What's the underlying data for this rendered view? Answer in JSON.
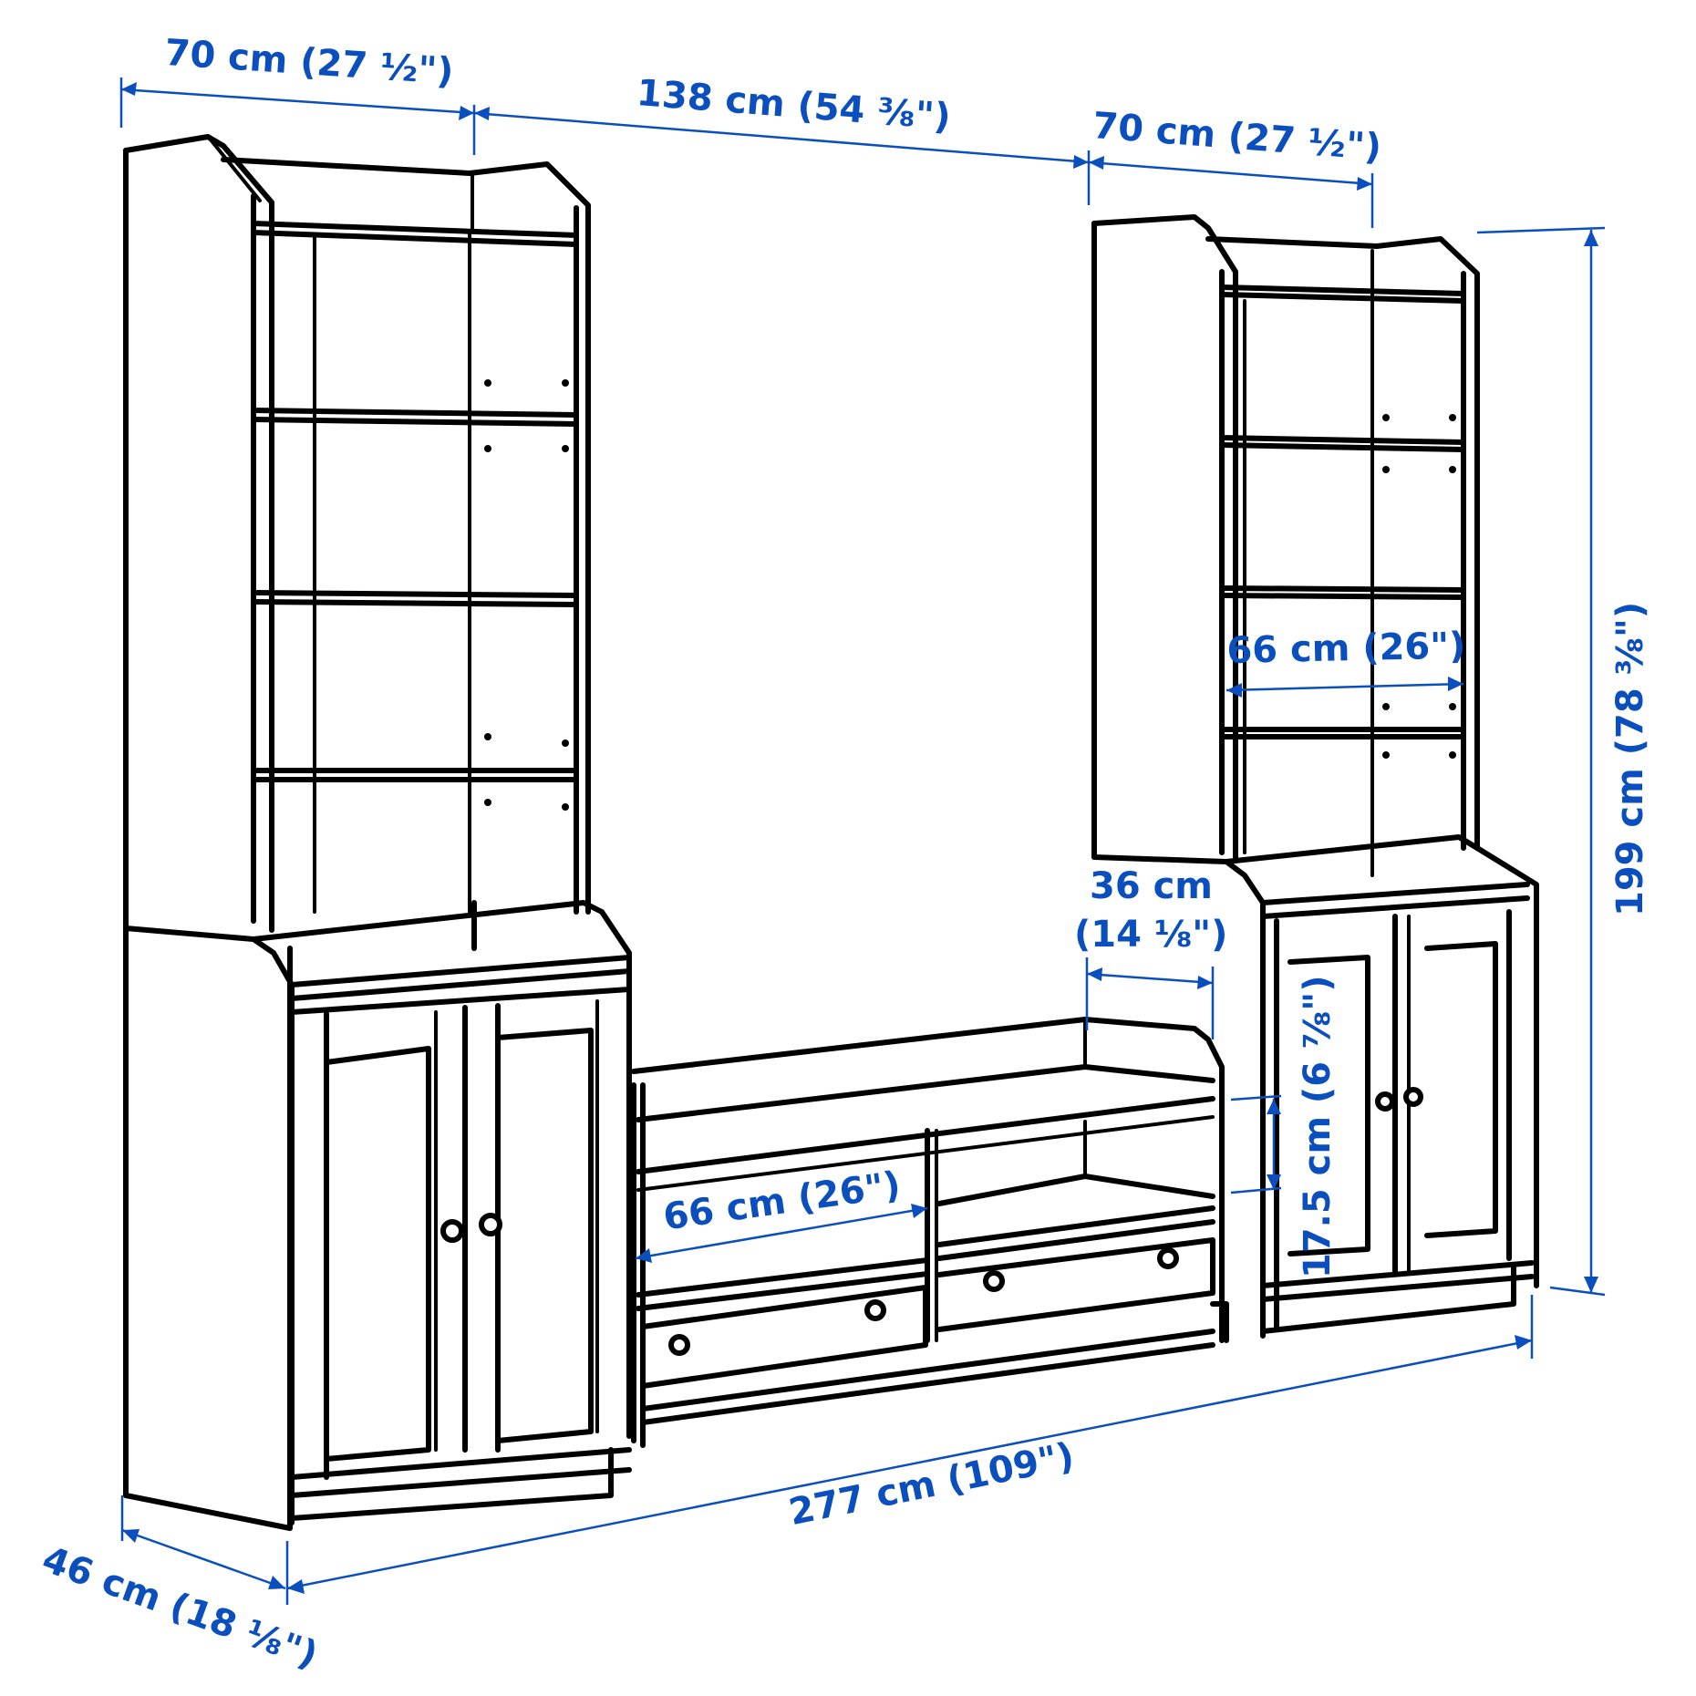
{
  "diagram": {
    "type": "furniture dimension drawing",
    "accent_color": "#0a4fbd",
    "line_color": "#000000"
  },
  "dimensions": {
    "left_unit_width": "70 cm (27 ½\")",
    "center_span": "138 cm (54 ⅜\")",
    "right_unit_width": "70 cm (27 ½\")",
    "shelf_inner_width": "66 cm (26\")",
    "total_height": "199 cm (78 ⅜\")",
    "tv_bench_depth_line1": "36 cm",
    "tv_bench_depth_line2": "(14 ⅛\")",
    "tv_compartment_width": "66 cm (26\")",
    "compartment_height": "17.5 cm (6 ⅞\")",
    "total_width": "277 cm (109\")",
    "depth": "46 cm (18 ⅛\")"
  }
}
